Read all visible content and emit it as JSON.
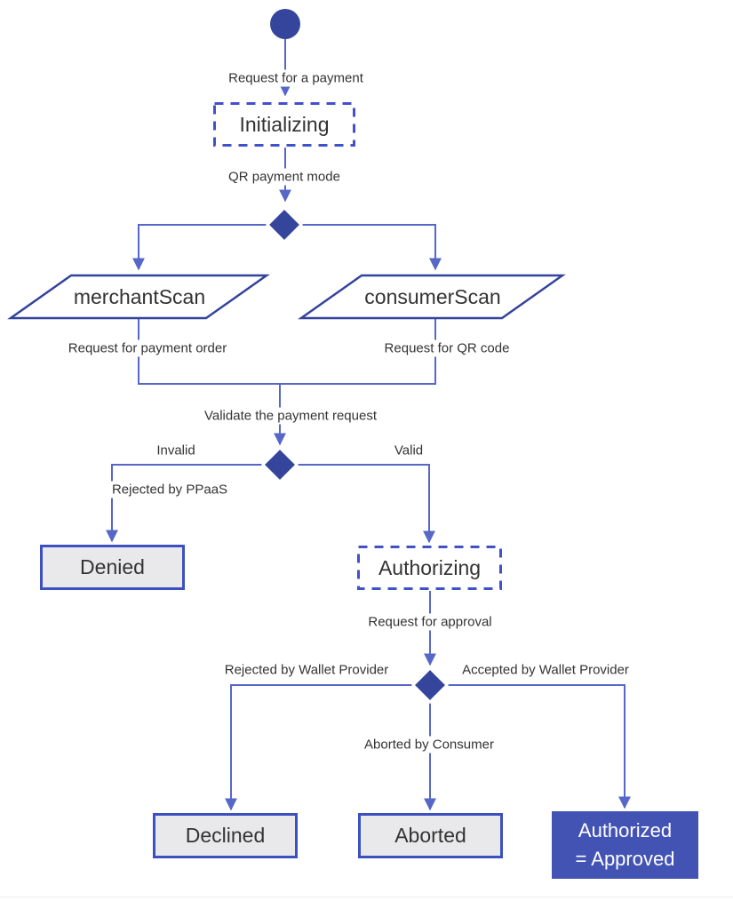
{
  "diagram": {
    "type": "flowchart",
    "description": "QR payment state flow",
    "colors": {
      "background": "#ffffff",
      "start_decision_fill": "#35459c",
      "edge_line": "#5667c8",
      "parallelogram_border": "#33439b",
      "dashed_state_border": "#4152c8",
      "terminal_border": "#3d50c0",
      "terminal_fill": "#e9e9eb",
      "final_fill": "#4353b4",
      "node_text": "#333333",
      "edge_label_text": "#333333",
      "final_text": "#ffffff"
    },
    "nodes": {
      "start": {
        "type": "initial-state"
      },
      "initializing": {
        "type": "state-dashed",
        "label": "Initializing"
      },
      "qr_mode_decision": {
        "type": "decision"
      },
      "merchant_scan": {
        "type": "parallelogram",
        "label": "merchantScan"
      },
      "consumer_scan": {
        "type": "parallelogram",
        "label": "consumerScan"
      },
      "validation_decision": {
        "type": "decision"
      },
      "denied": {
        "type": "terminal",
        "label": "Denied"
      },
      "authorizing": {
        "type": "state-dashed",
        "label": "Authorizing"
      },
      "approval_decision": {
        "type": "decision"
      },
      "declined": {
        "type": "terminal",
        "label": "Declined"
      },
      "aborted": {
        "type": "terminal",
        "label": "Aborted"
      },
      "authorized": {
        "type": "final-highlighted",
        "label": "Authorized = Approved",
        "line1": "Authorized",
        "line2": "= Approved"
      }
    },
    "edges": [
      {
        "from": "start",
        "to": "initializing",
        "label": "Request for a payment"
      },
      {
        "from": "initializing",
        "to": "qr_mode_decision",
        "label": "QR payment mode"
      },
      {
        "from": "qr_mode_decision",
        "to": "merchant_scan",
        "label": ""
      },
      {
        "from": "qr_mode_decision",
        "to": "consumer_scan",
        "label": ""
      },
      {
        "from": "merchant_scan",
        "to": "merge",
        "label": "Request for payment order"
      },
      {
        "from": "consumer_scan",
        "to": "merge",
        "label": "Request for QR code"
      },
      {
        "from": "merge",
        "to": "validation_decision",
        "label": "Validate the payment request"
      },
      {
        "from": "validation_decision",
        "to": "denied",
        "branch_label": "Invalid",
        "label": "Rejected by PPaaS"
      },
      {
        "from": "validation_decision",
        "to": "authorizing",
        "label": "Valid"
      },
      {
        "from": "authorizing",
        "to": "approval_decision",
        "label": "Request for approval"
      },
      {
        "from": "approval_decision",
        "to": "declined",
        "label": "Rejected by Wallet Provider"
      },
      {
        "from": "approval_decision",
        "to": "aborted",
        "label": "Aborted by Consumer"
      },
      {
        "from": "approval_decision",
        "to": "authorized",
        "label": "Accepted by Wallet Provider"
      }
    ]
  }
}
